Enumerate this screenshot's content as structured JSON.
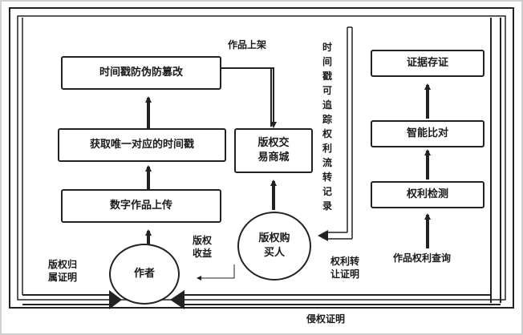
{
  "nodes": {
    "timestamp_tamper": "时间戳防伪防篡改",
    "get_timestamp": "获取唯一对应的时间戳",
    "upload": "数字作品上传",
    "mall_line1": "版权交",
    "mall_line2": "易商城",
    "author": "作者",
    "buyer_line1": "版权购",
    "buyer_line2": "买人",
    "evidence": "证据存证",
    "smart_compare": "智能比对",
    "detect": "权利检测"
  },
  "labels": {
    "listing": "作品上架",
    "trace_vertical": "时间戳可追踪权利流转记录",
    "income_line1": "版权",
    "income_line2": "收益",
    "ownership_line1": "版权归",
    "ownership_line2": "属证明",
    "transfer_line1": "权利转",
    "transfer_line2": "让证明",
    "rights_query": "作品权利查询",
    "infringement": "侵权证明"
  }
}
